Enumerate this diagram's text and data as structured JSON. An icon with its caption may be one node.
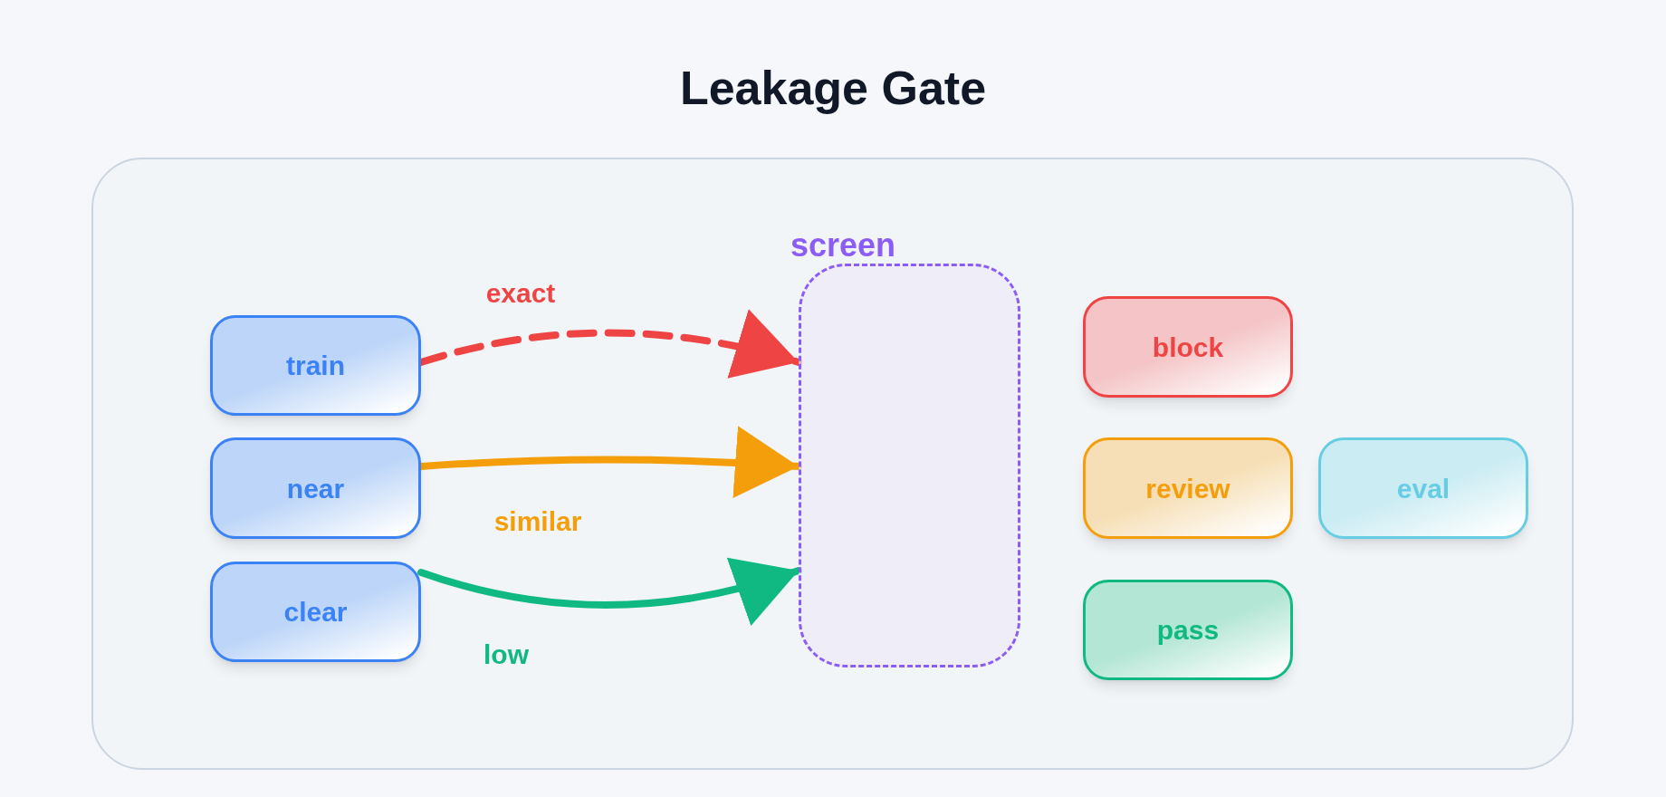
{
  "diagram": {
    "title": "Leakage Gate",
    "nodes": [
      {
        "text": [
          "train"
        ]
      },
      {
        "text": [
          "near"
        ]
      },
      {
        "text": [
          "clear"
        ]
      },
      {
        "text": [
          "screen"
        ]
      },
      {
        "text": [
          "block"
        ]
      },
      {
        "text": [
          "review"
        ]
      },
      {
        "text": [
          "pass"
        ]
      },
      {
        "text": [
          "eval"
        ]
      }
    ],
    "edges": [
      {
        "from": 0,
        "to": 3,
        "arrow": "to",
        "label": "exact",
        "style": "dashed",
        "color": "#ef4444"
      },
      {
        "from": 1,
        "to": 3,
        "arrow": "to",
        "label": "similar",
        "color": "#f59e0b"
      },
      {
        "from": 2,
        "to": 3,
        "arrow": "to",
        "label": "low",
        "color": "#10b981"
      }
    ]
  }
}
